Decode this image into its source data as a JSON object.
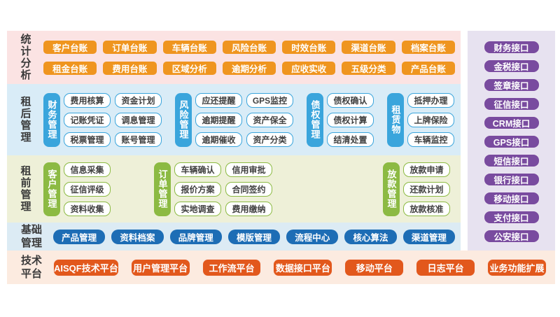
{
  "colors": {
    "s1-bg": "#fbe3e3",
    "s1-btn": "#ef951f",
    "s2-bg": "#d9ecf7",
    "s2-accent": "#3aa5dc",
    "s3-bg": "#eef0d8",
    "s3-accent": "#8cba43",
    "s4-bg": "#dcebf4",
    "s4-btn": "#1d6db5",
    "s5-bg": "#fcebe0",
    "s5-btn": "#e2581c",
    "iface-bg": "#e7e2f0",
    "iface-btn": "#794b9f",
    "label-text": "#3a3a3a",
    "item-text": "#3f3f3f"
  },
  "layers": [
    {
      "label": "统计分析",
      "buttons": [
        "客户台账",
        "订单台账",
        "车辆台账",
        "风险台账",
        "时效台账",
        "渠道台账",
        "档案台账",
        "租金台账",
        "费用台账",
        "区域分析",
        "逾期分析",
        "应收实收",
        "五级分类",
        "产品台账"
      ]
    },
    {
      "label": "租后管理",
      "groups": [
        {
          "name": "财务管理",
          "items": [
            "费用核算",
            "资金计划",
            "记账凭证",
            "调息管理",
            "税票管理",
            "账号管理"
          ]
        },
        {
          "name": "风险管理",
          "items": [
            "应还提醒",
            "GPS监控",
            "逾期提醒",
            "资产保全",
            "逾期催收",
            "资产分类"
          ]
        },
        {
          "name": "债权管理",
          "items": [
            "债权确认",
            "债权计算",
            "结清处置"
          ]
        },
        {
          "name": "租赁物",
          "items": [
            "抵押办理",
            "上牌保险",
            "车辆监控"
          ]
        }
      ]
    },
    {
      "label": "租前管理",
      "groups": [
        {
          "name": "客户管理",
          "items": [
            "信息采集",
            "征信评级",
            "资料收集"
          ]
        },
        {
          "name": "订单管理",
          "items": [
            "车辆确认",
            "信用审批",
            "报价方案",
            "合同签约",
            "实地调查",
            "费用缴纳"
          ]
        },
        {
          "name": "放款管理",
          "items": [
            "放款申请",
            "还款计划",
            "放款核准"
          ]
        }
      ]
    },
    {
      "label": "基础管理",
      "buttons": [
        "产品管理",
        "资料档案",
        "品牌管理",
        "模版管理",
        "流程中心",
        "核心算法",
        "渠道管理"
      ]
    },
    {
      "label": "技术平台",
      "buttons": [
        "AISQF技术平台",
        "用户管理平台",
        "工作流平台",
        "数据接口平台",
        "移动平台",
        "日志平台",
        "业务功能扩展"
      ]
    }
  ],
  "interfaces": [
    "财务接口",
    "金税接口",
    "签章接口",
    "征信接口",
    "CRM接口",
    "GPS接口",
    "短信接口",
    "银行接口",
    "移动接口",
    "支付接口",
    "公安接口"
  ]
}
